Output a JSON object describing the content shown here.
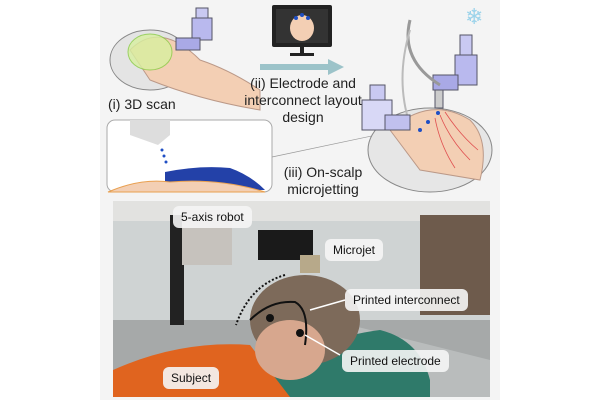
{
  "schematic": {
    "step1": "(i) 3D scan",
    "step2": "(ii) Electrode and interconnect layout design",
    "step2_line1": "(ii) Electrode and",
    "step2_line2": "interconnect layout",
    "step2_line3": "design",
    "step3_line1": "(iii) On-scalp",
    "step3_line2": "microjetting"
  },
  "photo": {
    "labels": [
      "5-axis robot",
      "Microjet",
      "Printed interconnect",
      "Printed electrode",
      "Subject"
    ]
  },
  "colors": {
    "electrode": "#1f4fc4",
    "arrow": "#9cc3c9",
    "shirt": "#e0641f",
    "cushion": "#2f7a6a"
  }
}
